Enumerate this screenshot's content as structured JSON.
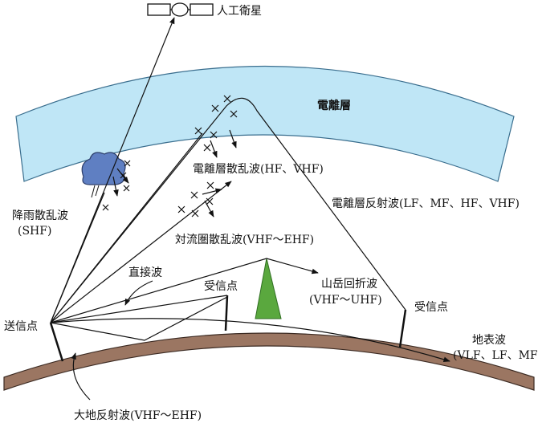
{
  "labels": {
    "satellite": "人工衛星",
    "ionosphere": "電離層",
    "ionospheric_scatter": "電離層散乱波(HF、VHF)",
    "ionospheric_reflection": "電離層反射波(LF、MF、HF、VHF)",
    "rain_scatter_line1": "降雨散乱波",
    "rain_scatter_line2": "(SHF)",
    "tropospheric_scatter": "対流圏散乱波(VHF〜EHF)",
    "direct_wave": "直接波",
    "receiver_near": "受信点",
    "mountain_diffraction_line1": "山岳回折波",
    "mountain_diffraction_line2": "(VHF〜UHF)",
    "receiver_far": "受信点",
    "transmitter": "送信点",
    "surface_wave_line1": "地表波",
    "surface_wave_line2": "(VLF、LF、MF)",
    "ground_reflection": "大地反射波(VHF〜EHF)"
  },
  "colors": {
    "ionosphere_fill": "#bfe6f6",
    "ionosphere_stroke": "#3a6e8e",
    "ground_fill": "#9b7662",
    "cloud_fill": "#5f7fc2",
    "mountain_fill": "#5aa83e",
    "line": "#111111"
  }
}
